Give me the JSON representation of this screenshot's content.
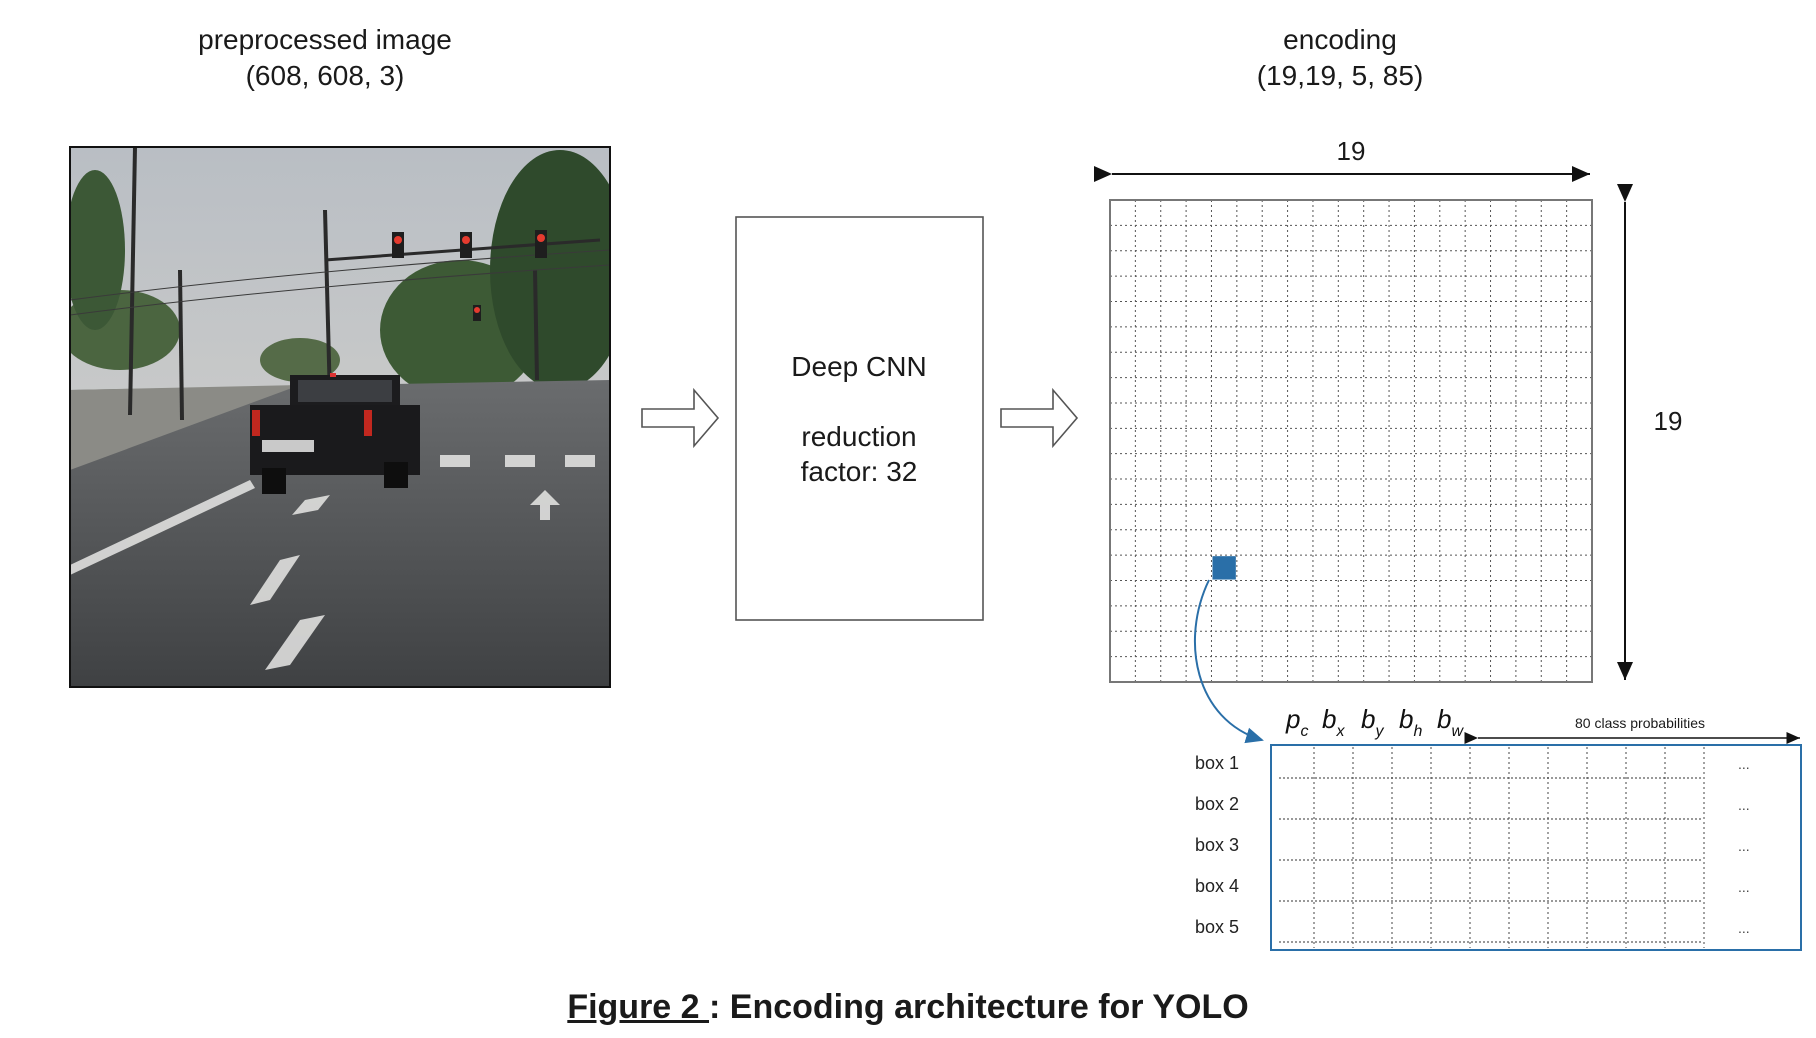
{
  "input": {
    "title_line1": "preprocessed image",
    "title_line2": "(608, 608, 3)",
    "scene": "street view photo: dark pickup truck at intersection, traffic lights, trees, road markings"
  },
  "cnn": {
    "line1": "Deep CNN",
    "line2": "reduction",
    "line3": "factor: 32"
  },
  "encoding": {
    "title_line1": "encoding",
    "title_line2": "(19,19, 5, 85)",
    "width_label": "19",
    "height_label": "19",
    "grid_size": 19,
    "highlight_cell": {
      "row": 14,
      "col": 4
    },
    "highlight_color": "#2a6fa8"
  },
  "detail": {
    "params": [
      "p",
      "b",
      "b",
      "b",
      "b"
    ],
    "param_subscripts": [
      "c",
      "x",
      "y",
      "h",
      "w"
    ],
    "class_label": "80 class probabilities",
    "boxes": [
      "box 1",
      "box 2",
      "box 3",
      "box 4",
      "box 5"
    ],
    "ellipsis": "...",
    "border_color": "#2a6fa8"
  },
  "caption": {
    "figure": "Figure 2 ",
    "text": ": Encoding architecture for YOLO"
  }
}
